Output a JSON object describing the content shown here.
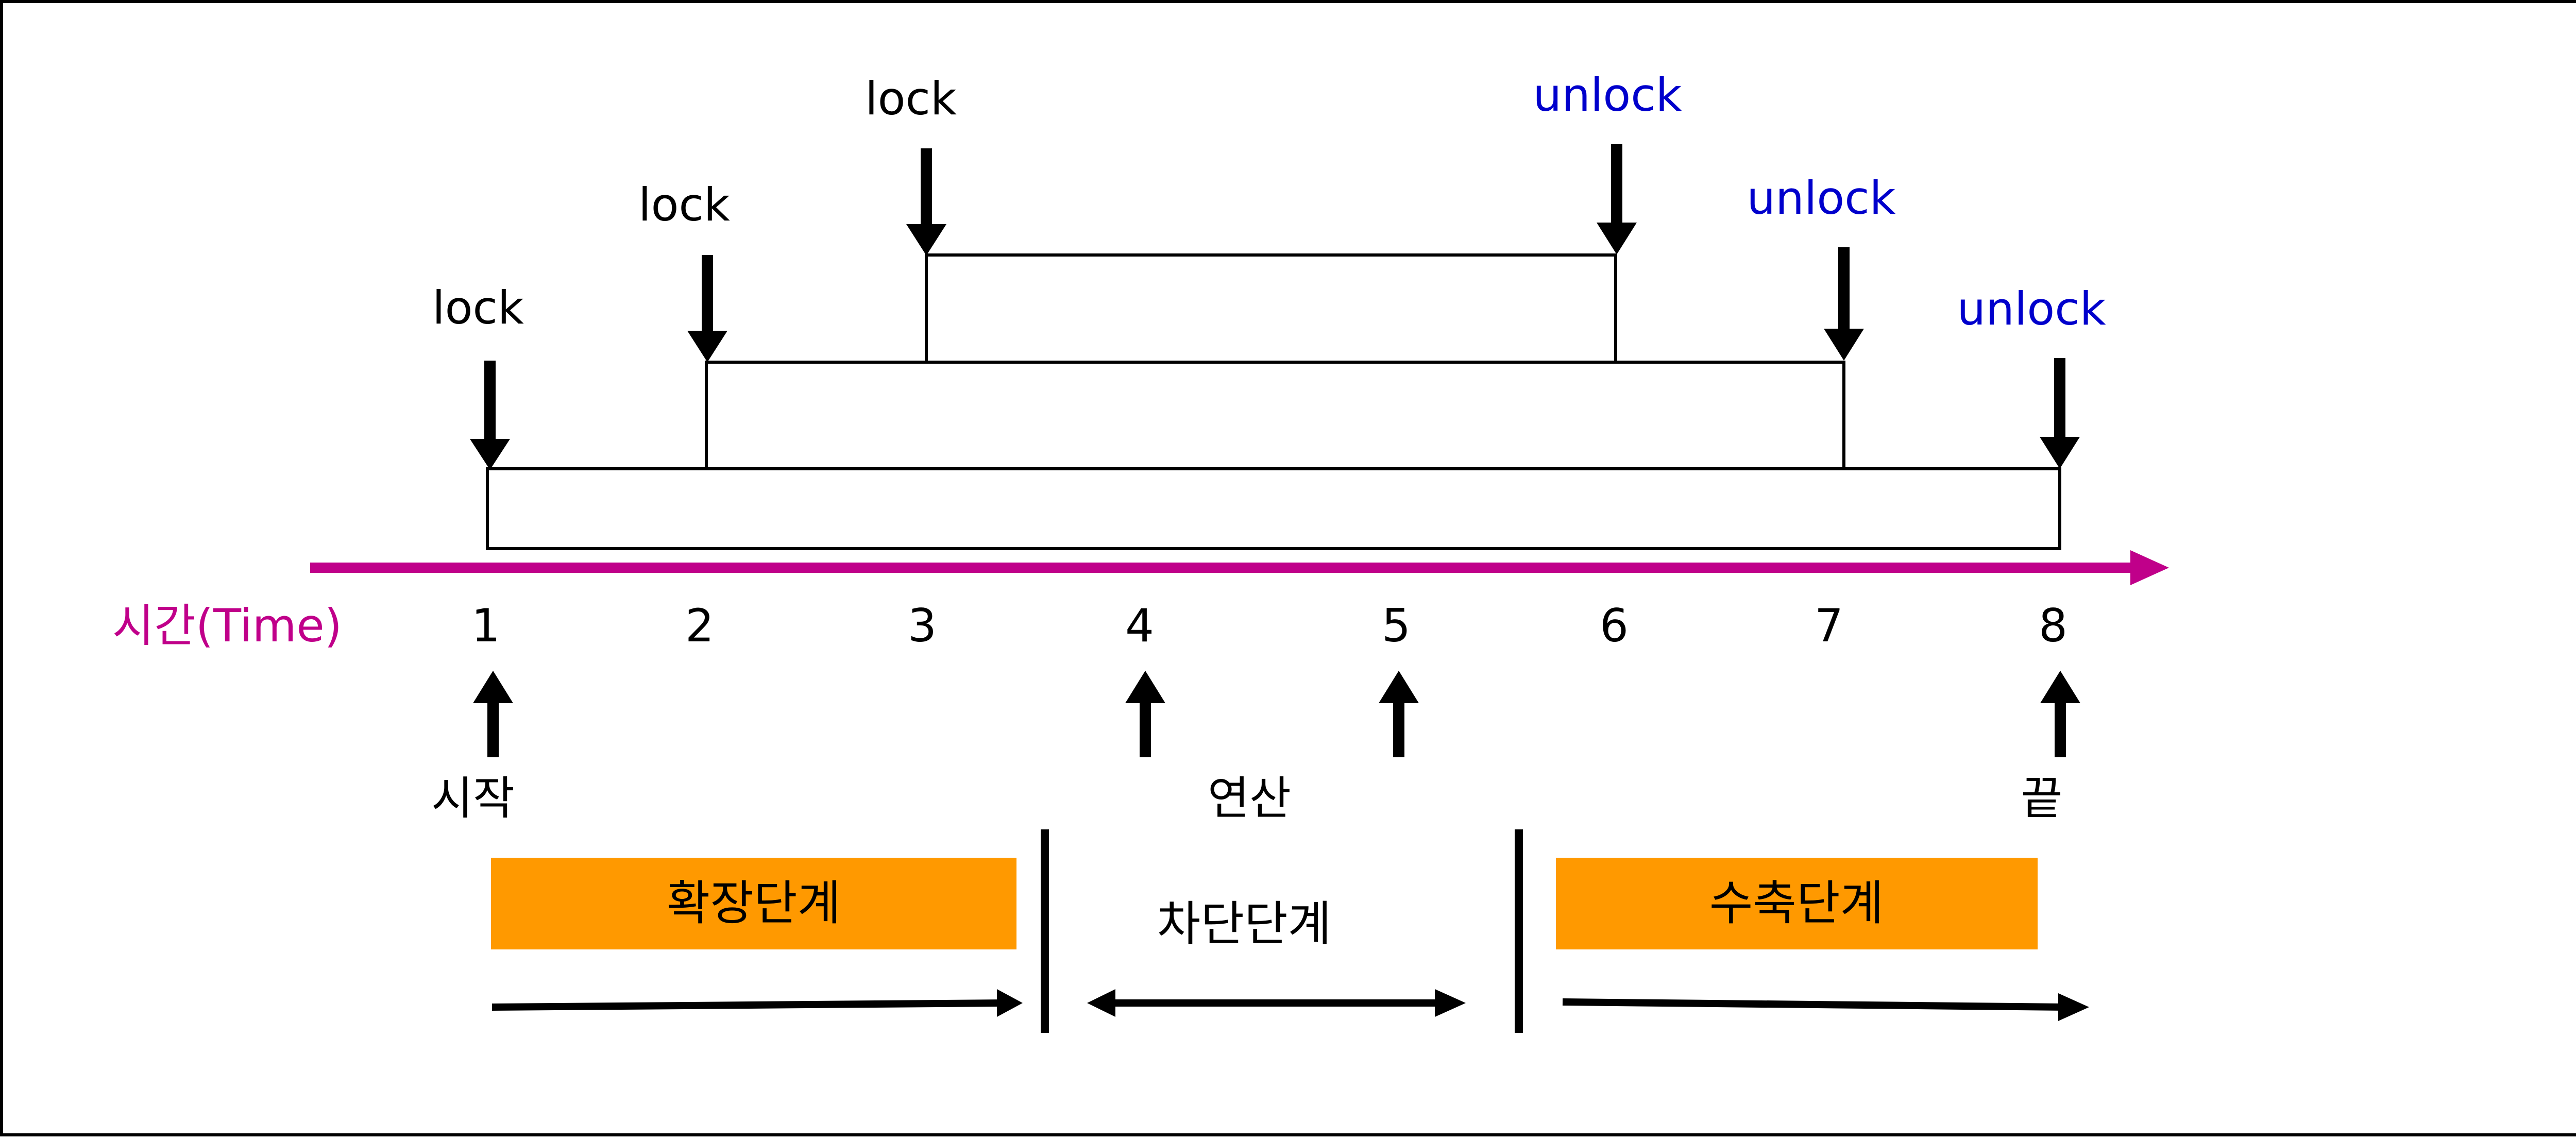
{
  "colors": {
    "frame": "#000000",
    "time_axis": "#C0008A",
    "lock_text": "#000000",
    "unlock_text": "#0000CC",
    "phase_fill": "#FF9900"
  },
  "time_axis": {
    "label": "시간(Time)",
    "ticks": [
      "1",
      "2",
      "3",
      "4",
      "5",
      "6",
      "7",
      "8"
    ]
  },
  "locks": {
    "lock_1": "lock",
    "lock_2": "lock",
    "lock_3": "lock",
    "unlock_3": "unlock",
    "unlock_2": "unlock",
    "unlock_1": "unlock"
  },
  "events": {
    "start": "시작",
    "operation": "연산",
    "end": "끝"
  },
  "phases": {
    "growing": "확장단계",
    "blocking": "차단단계",
    "shrinking": "수축단계"
  }
}
